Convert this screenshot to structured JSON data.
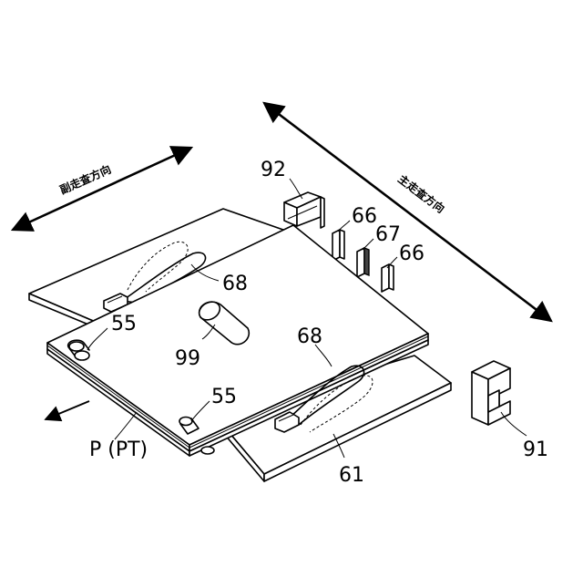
{
  "figure": {
    "directions": {
      "sub_scan": "副走査方向",
      "main_scan": "主走査方向"
    },
    "labels": {
      "l92": "92",
      "l66a": "66",
      "l67": "67",
      "l66b": "66",
      "l68a": "68",
      "l55a": "55",
      "l99": "99",
      "l68b": "68",
      "l55b": "55",
      "lP": "P (PT)",
      "l61": "61",
      "l91": "91"
    }
  }
}
